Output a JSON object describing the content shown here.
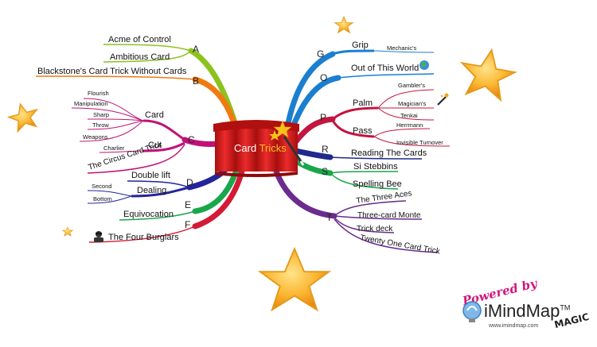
{
  "center": {
    "title_a": "Card ",
    "title_b": "Tricks"
  },
  "branches": {
    "A": {
      "letter": "A",
      "items": [
        "Acme of Control",
        "Ambitious Card"
      ]
    },
    "B": {
      "letter": "B",
      "items": [
        "Blackstone's Card Trick Without Cards"
      ]
    },
    "C": {
      "letter": "C",
      "card": "Card",
      "card_items": [
        "Flourish",
        "Manipulation",
        "Sharp",
        "Throw",
        "Weapons"
      ],
      "cut": "Cut",
      "cut_items": [
        "Charlier"
      ],
      "circus": "The Circus Card Trick"
    },
    "D": {
      "letter": "D",
      "items": [
        "Double lift"
      ],
      "dealing": "Dealing",
      "dealing_items": [
        "Second",
        "Bottom"
      ]
    },
    "E": {
      "letter": "E",
      "items": [
        "Equivocation"
      ]
    },
    "F": {
      "letter": "F",
      "items": [
        "The Four Burglars"
      ]
    },
    "G": {
      "letter": "G",
      "grip": "Grip",
      "grip_items": [
        "Mechanic's"
      ]
    },
    "O": {
      "letter": "O",
      "items": [
        "Out of This World"
      ]
    },
    "P": {
      "letter": "P",
      "palm": "Palm",
      "palm_items": [
        "Gambler's",
        "Magician's",
        "Tenkai"
      ],
      "pass": "Pass",
      "pass_items": [
        "Herrmann",
        "Invisible Turnover"
      ]
    },
    "R": {
      "letter": "R",
      "items": [
        "Reading The Cards"
      ]
    },
    "S": {
      "letter": "S",
      "items": [
        "Si Stebbins",
        "Spelling Bee"
      ]
    },
    "T": {
      "letter": "T",
      "items": [
        "The Three Aces",
        "Three-card Monte",
        "Trick deck",
        "Twenty One Card Trick"
      ]
    }
  },
  "logo": {
    "powered": "Powered by",
    "brand": "iMindMap",
    "tm": "TM",
    "url": "www.imindmap.com",
    "edition": "MAGIC"
  },
  "icons": [
    "star-icon",
    "globe-icon",
    "wand-icon",
    "burglar-icon",
    "curtain-icon"
  ],
  "colors": {
    "A": "#8cc21e",
    "B": "#f07a12",
    "C": "#c0127a",
    "D": "#23259a",
    "E": "#1aa64a",
    "F": "#d41a36",
    "G": "#1b7fd0",
    "O": "#1b7fd0",
    "P": "#c21540",
    "R": "#1f2a8a",
    "S": "#1aa64a",
    "T": "#6b2c8e",
    "star": "#f7a21b",
    "curtain": "#d81e1e"
  }
}
